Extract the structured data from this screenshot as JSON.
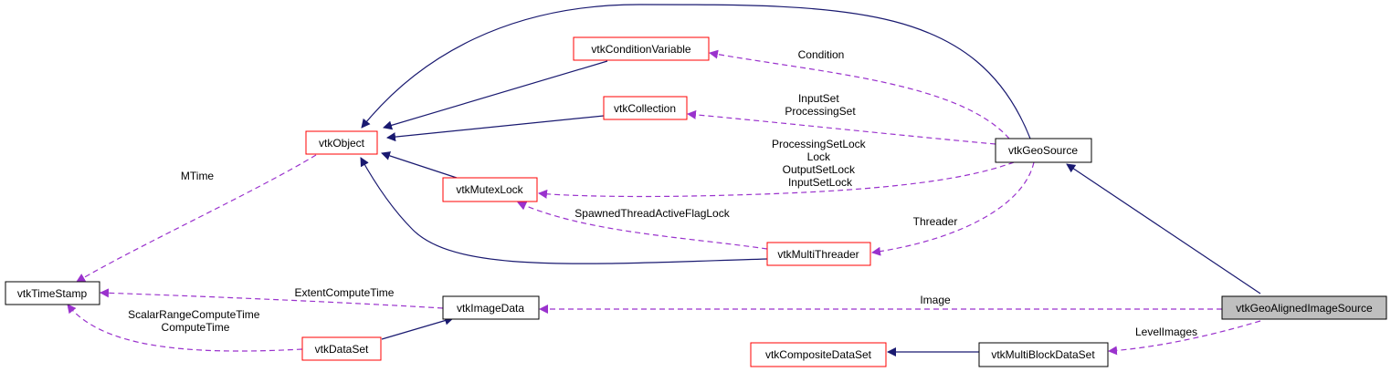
{
  "diagram": {
    "colors": {
      "inheritance_edge": "#191970",
      "usage_edge": "#9a32cd",
      "documented_border": "#000000",
      "undocumented_border": "#ff0000",
      "focus_fill": "#bfbfbf"
    },
    "nodes": {
      "vtkGeoAlignedImageSource": "vtkGeoAlignedImageSource",
      "vtkGeoSource": "vtkGeoSource",
      "vtkObject": "vtkObject",
      "vtkConditionVariable": "vtkConditionVariable",
      "vtkCollection": "vtkCollection",
      "vtkMutexLock": "vtkMutexLock",
      "vtkMultiThreader": "vtkMultiThreader",
      "vtkTimeStamp": "vtkTimeStamp",
      "vtkImageData": "vtkImageData",
      "vtkDataSet": "vtkDataSet",
      "vtkCompositeDataSet": "vtkCompositeDataSet",
      "vtkMultiBlockDataSet": "vtkMultiBlockDataSet"
    },
    "edge_labels": {
      "condition": [
        "Condition"
      ],
      "inputset": [
        "InputSet",
        "ProcessingSet"
      ],
      "mutexlock": [
        "ProcessingSetLock",
        "Lock",
        "OutputSetLock",
        "InputSetLock"
      ],
      "spawned": [
        "SpawnedThreadActiveFlagLock"
      ],
      "threader": [
        "Threader"
      ],
      "mtime": [
        "MTime"
      ],
      "extent": [
        "ExtentComputeTime"
      ],
      "image": [
        "Image"
      ],
      "scalarrange": [
        "ScalarRangeComputeTime",
        "ComputeTime"
      ],
      "levelimages": [
        "LevelImages"
      ]
    }
  }
}
